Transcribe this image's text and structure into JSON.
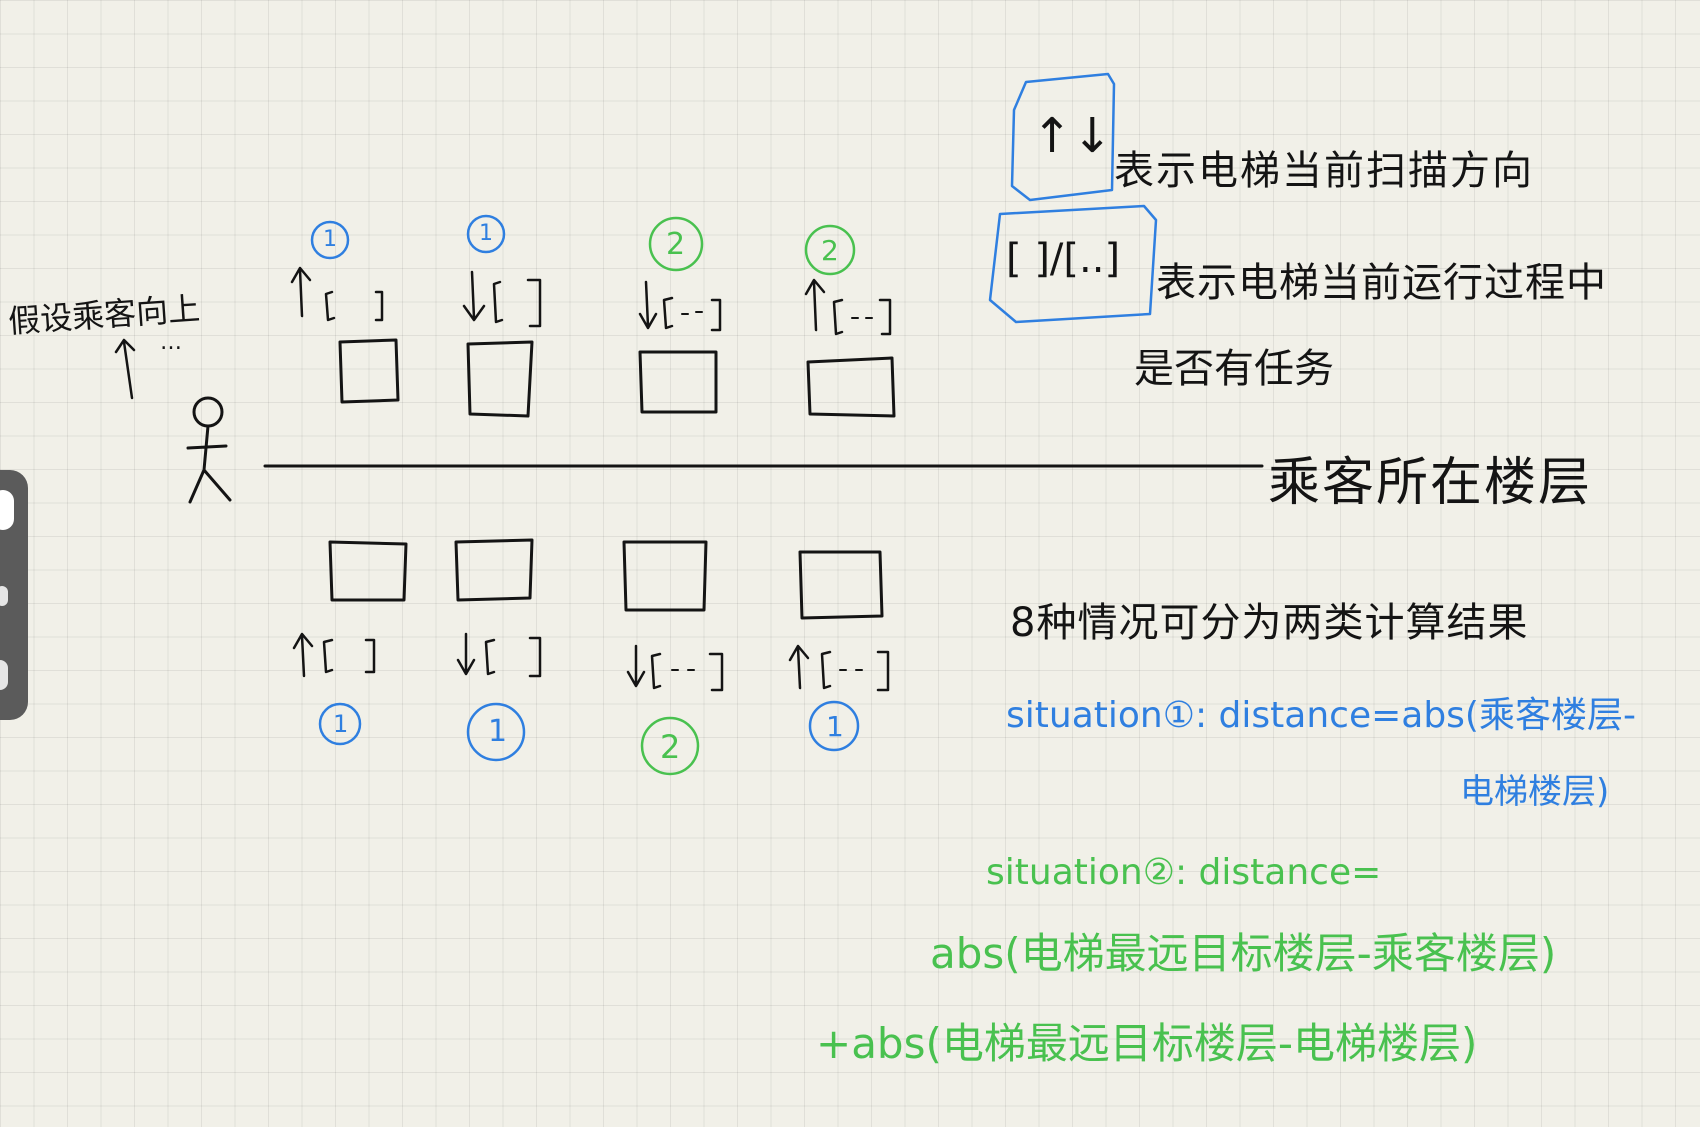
{
  "colors": {
    "ink_black": "#141414",
    "ink_blue": "#2f7fe0",
    "ink_green": "#49c14f",
    "paper": "#f1f0e8"
  },
  "left_note": {
    "text": "假设乘客向上",
    "arrow_text": "↑",
    "ellipsis": "…"
  },
  "legend": {
    "direction_symbol": "↑↓",
    "direction_desc": "表示电梯当前扫描方向",
    "task_symbol": "[ ]/[..]",
    "task_desc_line1": "表示电梯当前运行过程中",
    "task_desc_line2": "是否有任务"
  },
  "floor_label": "乘客所在楼层",
  "elevators_above": [
    {
      "arrow": "↑",
      "bracket": "[ ]",
      "case": "1"
    },
    {
      "arrow": "↓",
      "bracket": "[ ]",
      "case": "1"
    },
    {
      "arrow": "↓",
      "bracket": "[..]",
      "case": "2"
    },
    {
      "arrow": "↑",
      "bracket": "[..]",
      "case": "2"
    }
  ],
  "elevators_below": [
    {
      "arrow": "↑",
      "bracket": "[ ]",
      "case": "1"
    },
    {
      "arrow": "↓",
      "bracket": "[ ]",
      "case": "1"
    },
    {
      "arrow": "↓",
      "bracket": "[..]",
      "case": "2"
    },
    {
      "arrow": "↑",
      "bracket": "[..]",
      "case": "1"
    }
  ],
  "summary": "8种情况可分为两类计算结果",
  "situation1": {
    "line1": "situation①: distance=abs(乘客楼层-",
    "line2": "电梯楼层)"
  },
  "situation2": {
    "line1": "situation②: distance=",
    "line2": "abs(电梯最远目标楼层-乘客楼层)",
    "line3": "+abs(电梯最远目标楼层-电梯楼层)"
  }
}
